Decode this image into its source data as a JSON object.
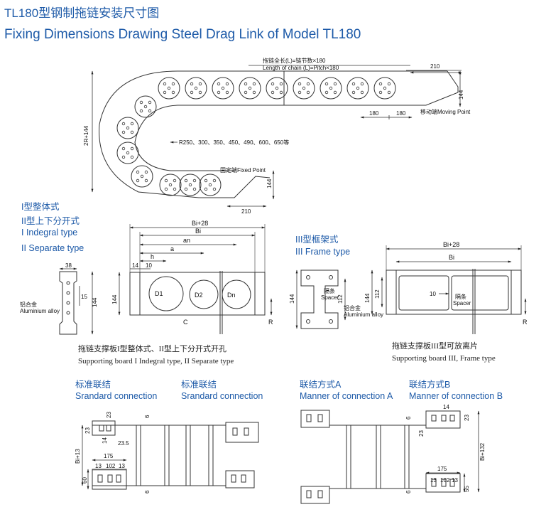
{
  "title": {
    "cn": "TL180型钢制拖链安装尺寸图",
    "en": "Fixing Dimensions Drawing Steel Drag Link of Model TL180"
  },
  "colors": {
    "accent": "#1d5aa8",
    "line": "#333333"
  },
  "chain": {
    "length_cn": "拖链全长(L)=链节数×180",
    "length_en": "Length of chain (L)=Pitch×180",
    "radius": "R250、300、350、450、490、600、650等",
    "height": "2R+144",
    "fixed_point": "固定端Fixed Point",
    "moving_point": "移动端Moving Point",
    "d210_top": "210",
    "d144_top": "144",
    "d180a": "180",
    "d180b": "180",
    "d144_bot": "144",
    "d210_bot": "210"
  },
  "types": {
    "i_cn": "I型整体式",
    "ii_cn": "II型上下分开式",
    "i_en": "I Indegral type",
    "ii_en": "II Separate type",
    "iii_cn": "III型框架式",
    "iii_en": "III Frame type"
  },
  "board": {
    "d38": "38",
    "d15": "15",
    "d144": "144",
    "alloy_cn": "铝合金",
    "alloy_en": "Aluminium alloy",
    "bi28": "Bi+28",
    "bi": "Bi",
    "an": "an",
    "a": "a",
    "h": "h",
    "d14": "14",
    "d10": "10",
    "d1": "D1",
    "d2": "D2",
    "dn": "Dn",
    "c": "C",
    "r": "R",
    "d144b": "144",
    "caption_cn": "拖链支撑板I型整体式、II型上下分开式开孔",
    "caption_en": "Supporting board I Indegral type, II Separate type"
  },
  "frame": {
    "d144": "144",
    "d112": "112",
    "spacer_cn": "隔条",
    "spacer_en": "Spacer",
    "alloy_cn": "铝合金",
    "alloy_en": "Aluminium alloy",
    "bi28": "Bi+28",
    "bi": "Bi",
    "d144b": "144",
    "d112b": "112",
    "d10": "10",
    "spacer2_cn": "隔条",
    "spacer2_en": "Spacer",
    "r": "R",
    "caption_cn": "拖链支撑板III型可放离片",
    "caption_en": "Supporting board III, Frame type"
  },
  "connections": {
    "std1_cn": "标准联结",
    "std1_en": "Srandard connection",
    "std2_cn": "标准联结",
    "std2_en": "Srandard connection",
    "a_cn": "联结方式A",
    "a_en": "Manner of connection A",
    "b_cn": "联结方式B",
    "b_en": "Manner of connection B",
    "d23a": "23",
    "d6a": "6",
    "d23b": "23",
    "d14a": "14",
    "d23_5": "23.5",
    "bi13": "Bi+13",
    "d175": "175",
    "d13a": "13",
    "d102": "102",
    "d13b": "13",
    "d60": "60",
    "d6b": "6",
    "d6c": "6",
    "d14b": "14",
    "d23c": "23",
    "d23d": "23",
    "bi132": "Bi+132",
    "d175b": "175",
    "d13c": "13",
    "d102b": "102",
    "d13d": "13",
    "d55": "55",
    "d6d": "6"
  }
}
